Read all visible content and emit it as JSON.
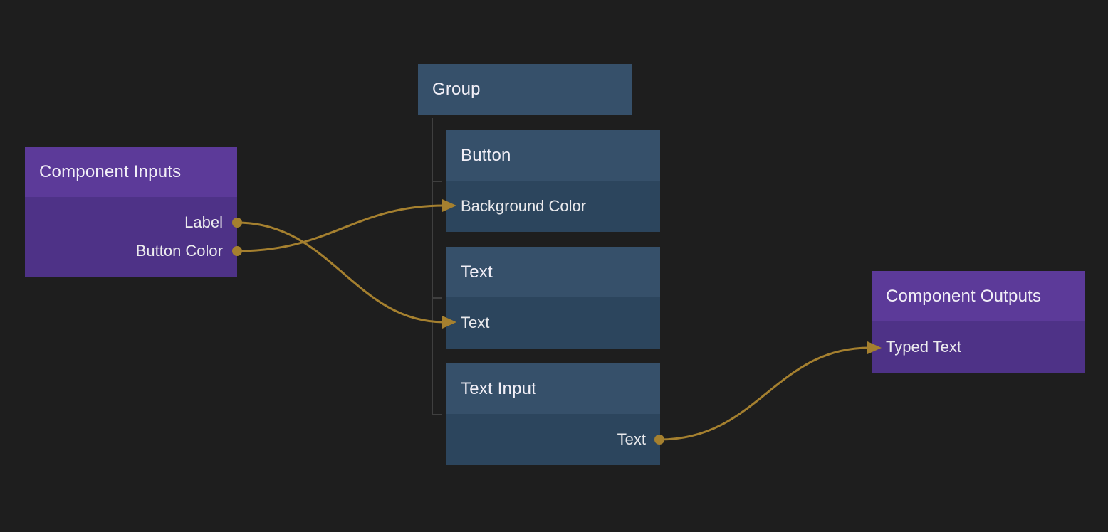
{
  "palette": {
    "background": "#1e1e1e",
    "purple_header": "#5c3a99",
    "purple_body": "#4e3287",
    "blue_header": "#36506a",
    "blue_body": "#2c455d",
    "connection_gold": "#a5802f",
    "tree_line": "#3f3f3f",
    "text": "#f0eef4"
  },
  "nodes": {
    "component_inputs": {
      "title": "Component Inputs",
      "outputs": [
        {
          "label": "Label"
        },
        {
          "label": "Button Color"
        }
      ]
    },
    "group": {
      "title": "Group"
    },
    "button": {
      "title": "Button",
      "inputs": [
        {
          "label": "Background Color"
        }
      ]
    },
    "text": {
      "title": "Text",
      "inputs": [
        {
          "label": "Text"
        }
      ]
    },
    "text_input": {
      "title": "Text Input",
      "outputs": [
        {
          "label": "Text"
        }
      ]
    },
    "component_outputs": {
      "title": "Component Outputs",
      "inputs": [
        {
          "label": "Typed Text"
        }
      ]
    }
  },
  "connections": [
    {
      "from": "Component Inputs / Label",
      "to": "Group / Text / Text"
    },
    {
      "from": "Component Inputs / Button Color",
      "to": "Group / Button / Background Color"
    },
    {
      "from": "Group / Text Input / Text",
      "to": "Component Outputs / Typed Text"
    }
  ]
}
